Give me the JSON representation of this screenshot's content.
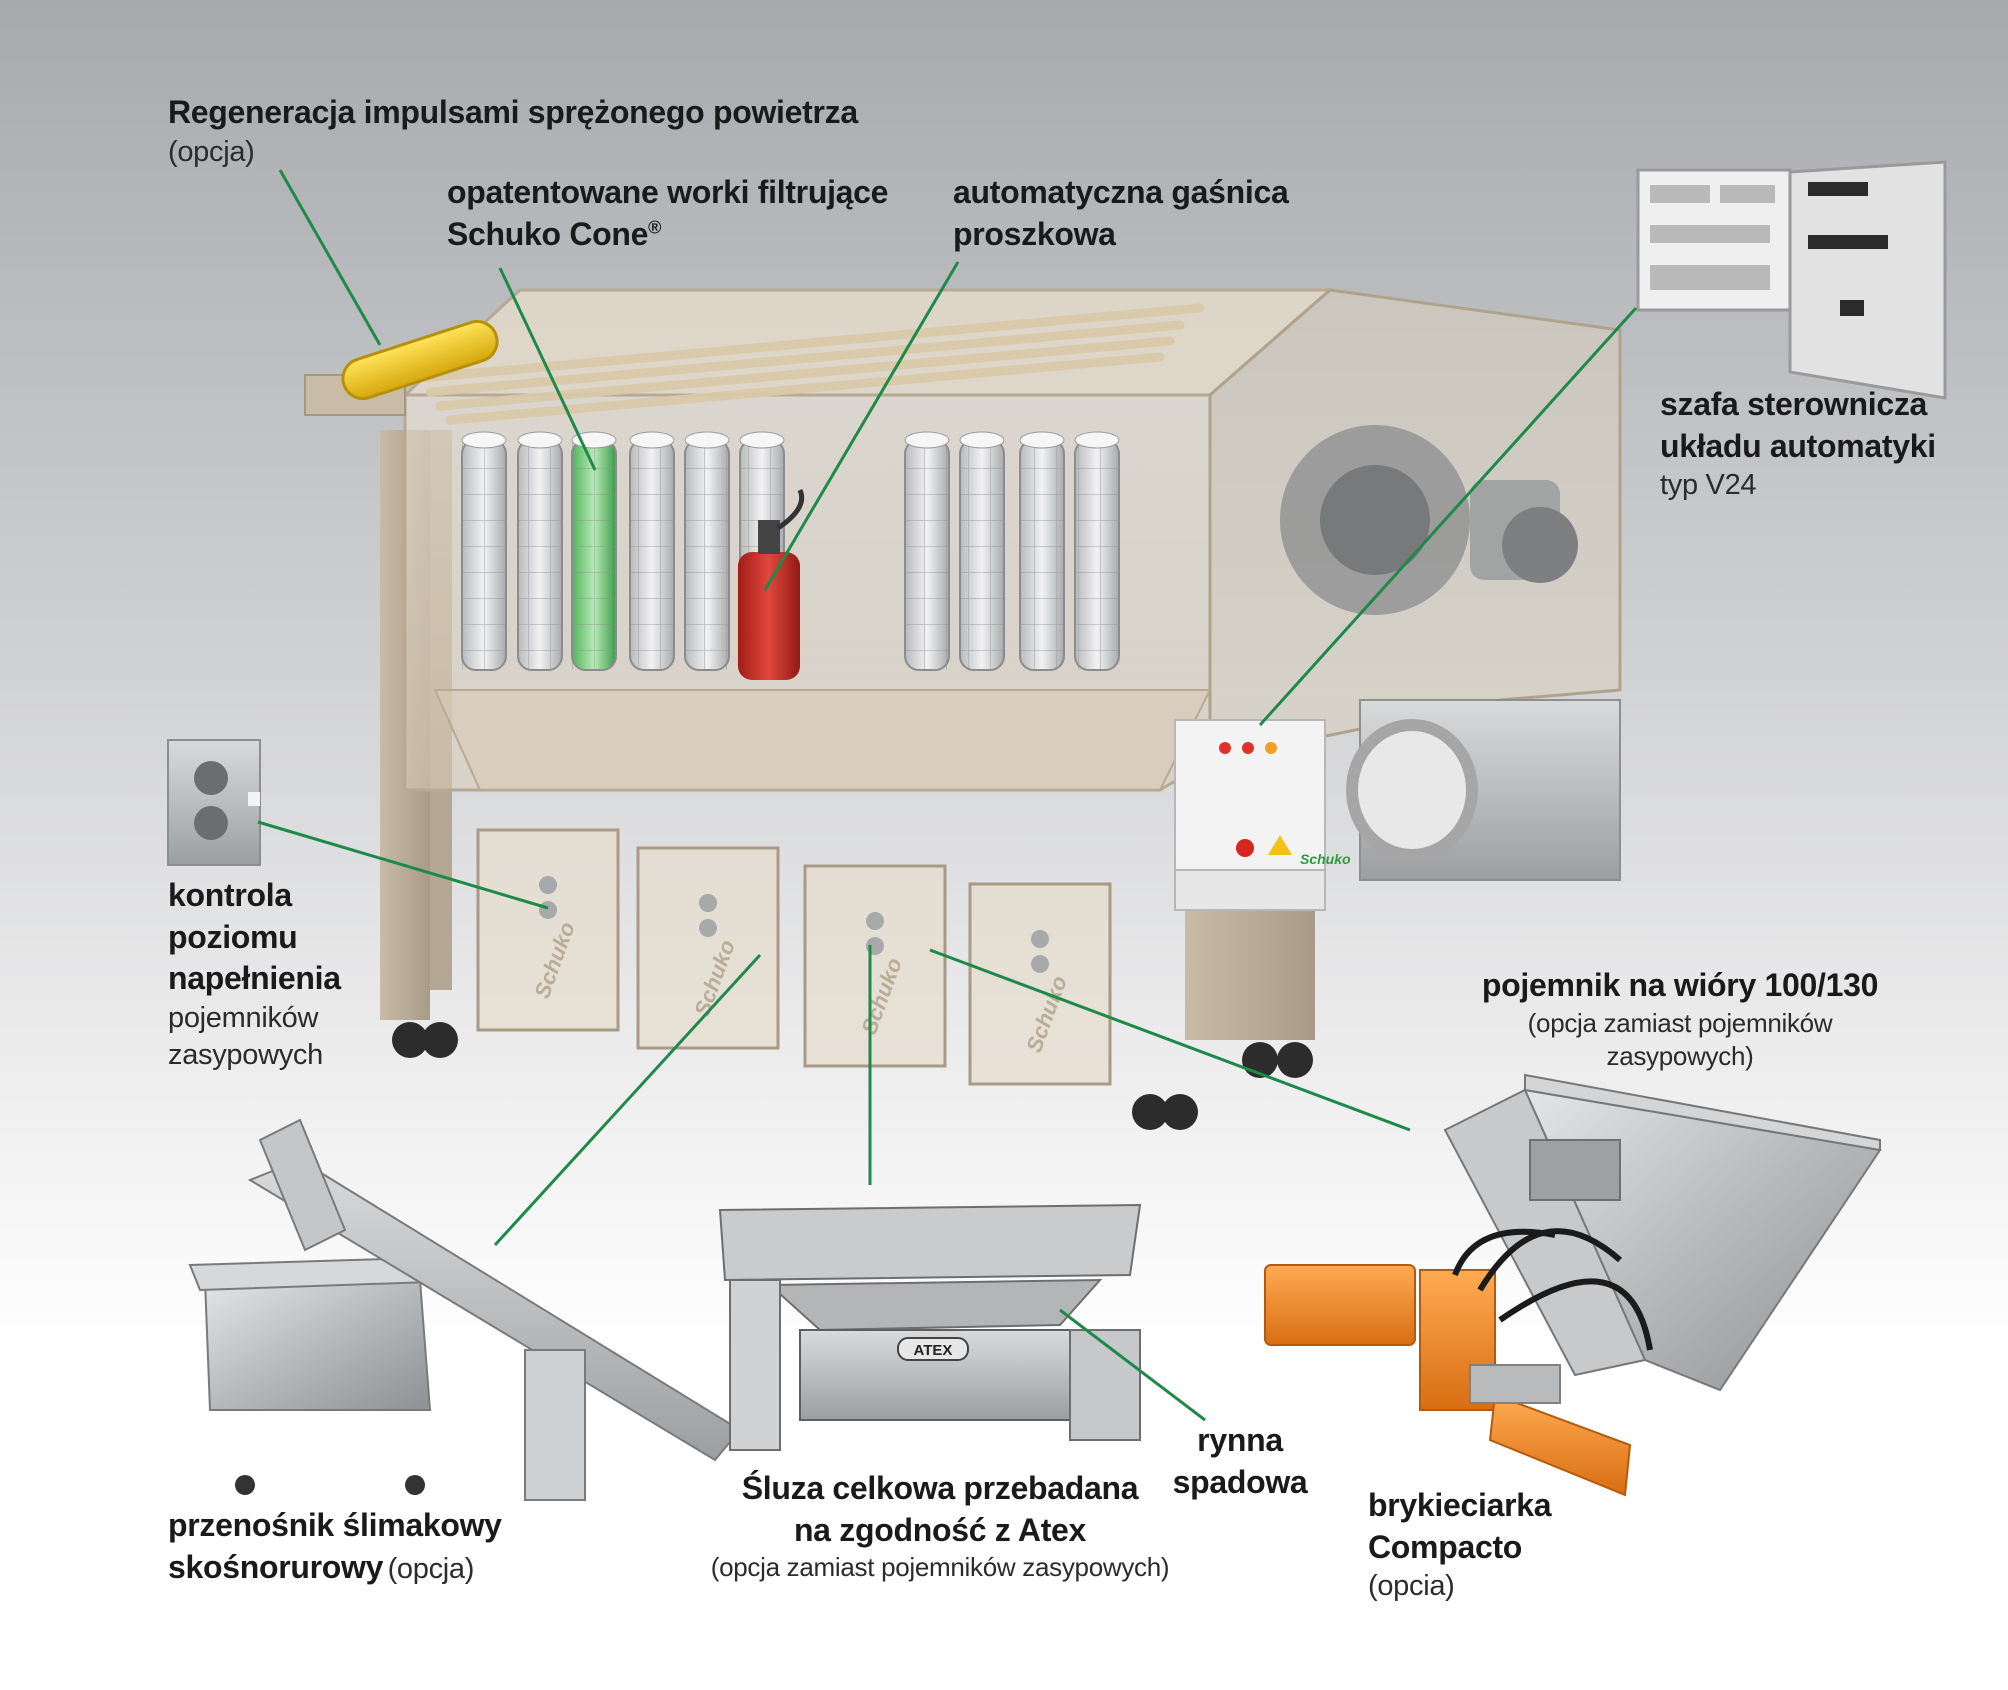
{
  "colors": {
    "leader_line": "#1e8a4a",
    "filter_bag_highlight": "#6fcf7a",
    "extinguisher": "#c4281f",
    "compressed_air_bar": "#f2c71a",
    "briquette_press": "#f08a24",
    "green_brand": "#2e9a3e"
  },
  "labels": {
    "regeneration": {
      "title": "Regeneracja impulsami sprężonego powietrza",
      "note": "(opcja)"
    },
    "filter_bags": {
      "title1": "opatentowane worki filtrujące",
      "title2": "Schuko Cone",
      "reg": "®"
    },
    "extinguisher": {
      "title1": "automatyczna gaśnica",
      "title2": "proszkowa"
    },
    "control_cabinet": {
      "title1": "szafa sterownicza",
      "title2": "układu automatyki",
      "note": "typ V24"
    },
    "level_control": {
      "title1": "kontrola",
      "title2": "poziomu",
      "title3": "napełnienia",
      "note1": "pojemników",
      "note2": "zasypowych"
    },
    "chip_container": {
      "title": "pojemnik na wióry 100/130",
      "note": "(opcja zamiast pojemników zasypowych)"
    },
    "screw_conveyor": {
      "title1": "przenośnik ślimakowy",
      "title2": "skośnorurowy",
      "note": "(opcja)"
    },
    "rotary_valve": {
      "title1": "Śluza celkowa przebadana",
      "title2": "na zgodność z Atex",
      "note": "(opcja zamiast pojemników zasypowych)"
    },
    "chute": {
      "title1": "rynna",
      "title2": "spadowa"
    },
    "briquetting": {
      "title1": "brykieciarka",
      "title2": "Compacto",
      "note": "(opcia)"
    }
  },
  "markings": {
    "brand": "Schuko",
    "atex": "ATEX"
  }
}
